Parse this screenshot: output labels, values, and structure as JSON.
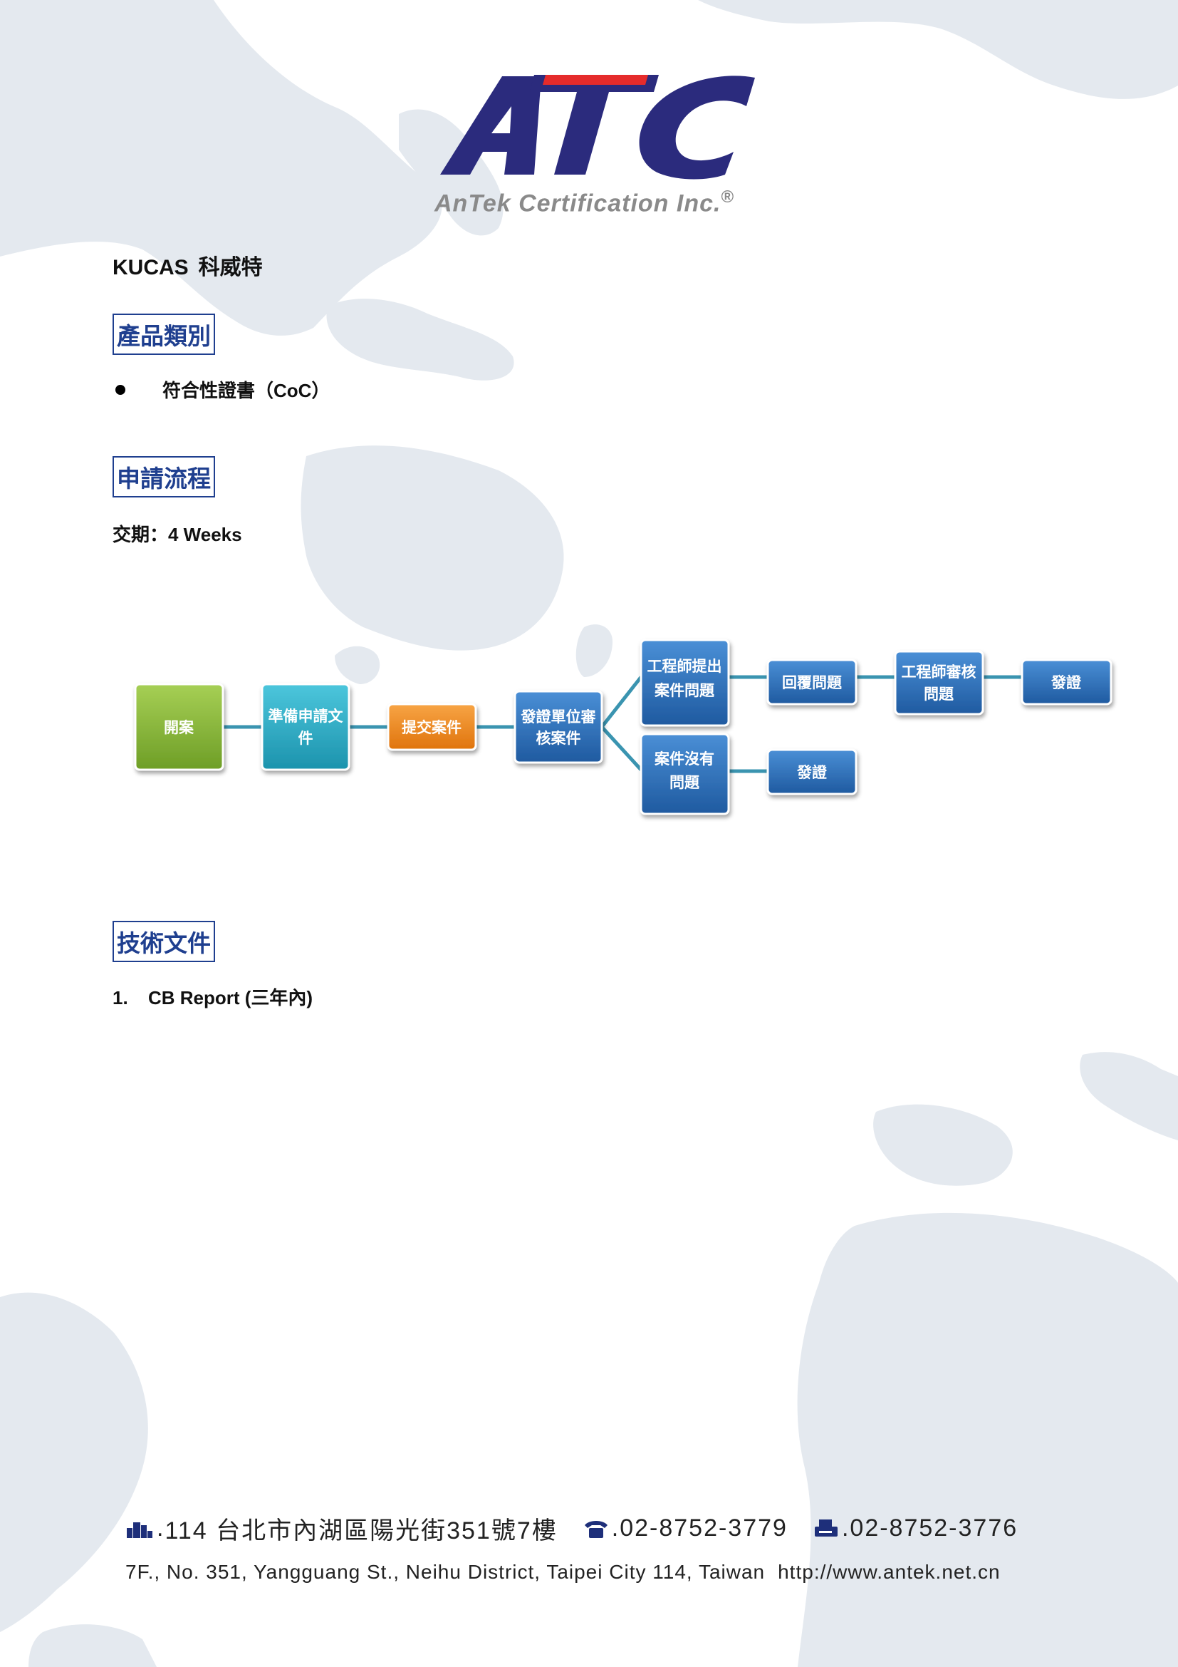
{
  "logo": {
    "mark": "ATC",
    "tagline": "AnTek Certification Inc.",
    "registered": "®"
  },
  "company": {
    "name_en": "KUCAS",
    "name_cn": "科威特"
  },
  "sections": {
    "products": {
      "title": "產品類別",
      "items": [
        "符合性證書（CoC）"
      ]
    },
    "process": {
      "title": "申請流程",
      "lead": "交期：4 Weeks"
    },
    "docs": {
      "title": "技術文件",
      "items": [
        {
          "num": "1.",
          "text": "CB Report (三年內)"
        }
      ]
    }
  },
  "flow": {
    "nodes": {
      "open": [
        "開案"
      ],
      "prepare": [
        "準備申請文",
        "件"
      ],
      "submit": [
        "提交案件"
      ],
      "review": [
        "發證單位審",
        "核案件"
      ],
      "eng_question": [
        "工程師提出",
        "案件問題"
      ],
      "reply": [
        "回覆問題"
      ],
      "eng_review": [
        "工程師審核",
        "問題"
      ],
      "issue_a": [
        "發證"
      ],
      "no_issue": [
        "案件沒有",
        "問題"
      ],
      "issue_b": [
        "發證"
      ]
    },
    "colors": {
      "green": "#8ab83a",
      "teal": "#2fb2c9",
      "orange": "#f08a1c",
      "blue": "#2a6fb8",
      "line": "#3a94b0"
    }
  },
  "footer": {
    "address_cn": "114 台北市內湖區陽光街351號7樓",
    "phone": "02-8752-3779",
    "fax": "02-8752-3776",
    "address_en": "7F., No. 351, Yangguang St., Neihu District, Taipei City 114, Taiwan",
    "url": "http://www.antek.net.cn",
    "icons": [
      "building-icon",
      "phone-icon",
      "fax-icon"
    ]
  }
}
